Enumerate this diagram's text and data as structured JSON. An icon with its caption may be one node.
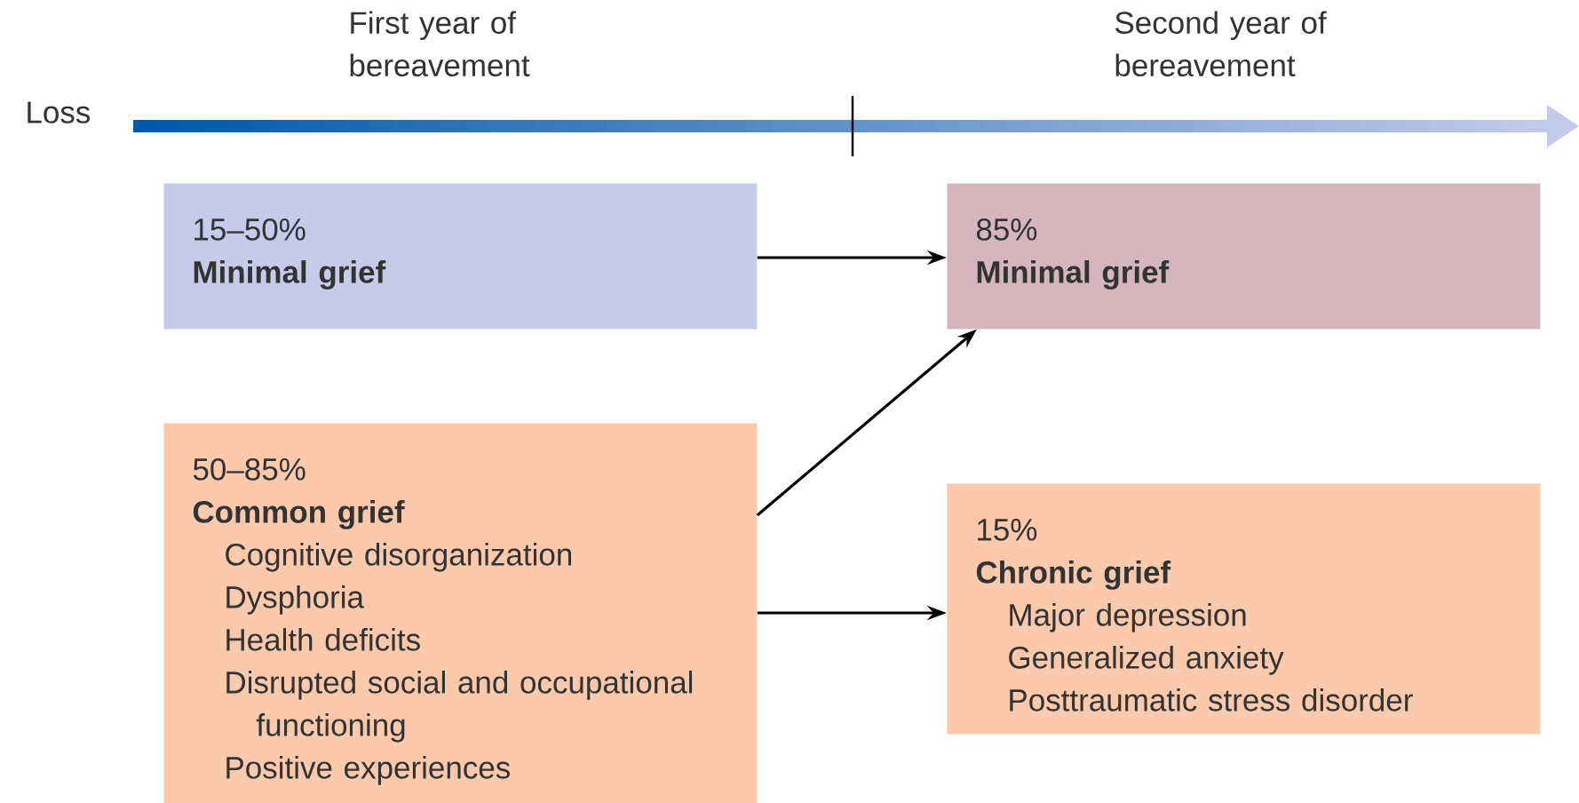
{
  "diagram": {
    "nodes": [
      {
        "text": [
          "15–50%",
          "Minimal grief"
        ]
      },
      {
        "text": [
          "50–85%",
          "Common grief",
          "Cognitive disorganization",
          "Dysphoria",
          "Health deficits",
          "Disrupted social and occupational functioning",
          "Positive experiences"
        ]
      },
      {
        "text": [
          "85%",
          "Minimal grief"
        ]
      },
      {
        "text": [
          "15%",
          "Chronic grief",
          "Major depression",
          "Generalized anxiety",
          "Posttraumatic stress disorder"
        ]
      }
    ],
    "edges": [
      {
        "from": 0,
        "to": 2,
        "arrow": "to"
      },
      {
        "from": 1,
        "to": 2,
        "arrow": "to"
      },
      {
        "from": 1,
        "to": 3,
        "arrow": "to"
      }
    ],
    "labels": [
      "First year of bereavement",
      "Second year of bereavement",
      "Loss"
    ]
  }
}
